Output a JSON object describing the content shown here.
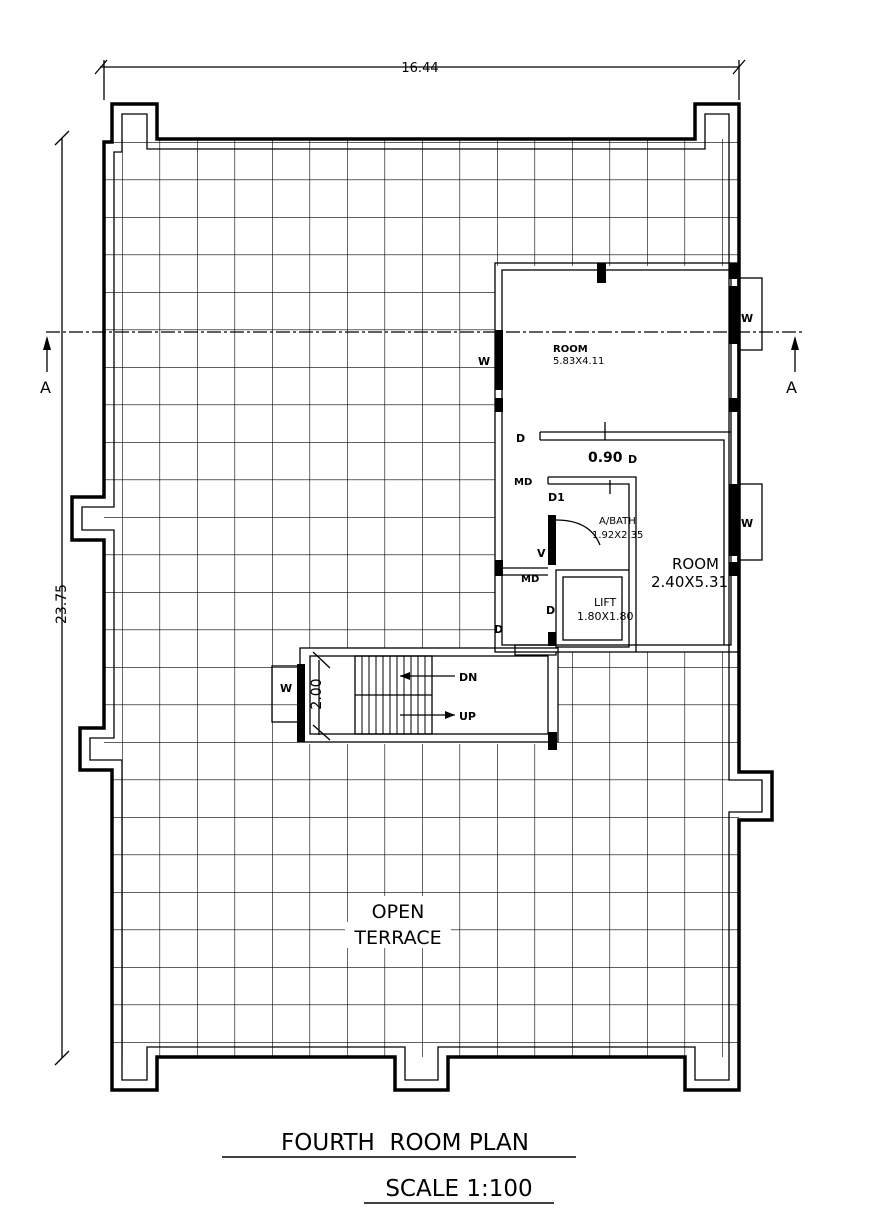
{
  "dimensions": {
    "width": "16.44",
    "height": "23.75",
    "stair_width": "2.00",
    "door_width": "0.90"
  },
  "section_marker": {
    "left": "A",
    "right": "A"
  },
  "rooms": {
    "room_main": {
      "name": "ROOM",
      "size": "5.83X4.11"
    },
    "room_side": {
      "name": "ROOM",
      "size": "2.40X5.31"
    },
    "bath": {
      "name": "A/BATH",
      "size": "1.92X2.35"
    },
    "lift": {
      "name": "LIFT",
      "size": "1.80X1.80"
    }
  },
  "openings": {
    "w1": "W",
    "w2": "W",
    "w3": "W",
    "w4": "W",
    "d1": "D",
    "d2": "D",
    "d3": "D",
    "d4": "D",
    "d1_label": "D1",
    "md1": "MD",
    "md2": "MD",
    "v": "V"
  },
  "stairs": {
    "down": "DN",
    "up": "UP"
  },
  "terrace": {
    "line1": "OPEN",
    "line2": "TERRACE"
  },
  "title": "FOURTH  ROOM PLAN",
  "scale": "SCALE 1:100"
}
